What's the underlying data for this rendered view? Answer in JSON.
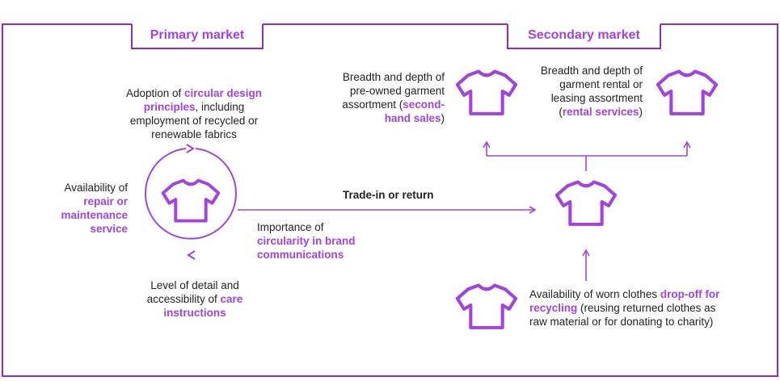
{
  "headers": {
    "primary": "Primary market",
    "secondary": "Secondary market"
  },
  "labels": {
    "adoption": {
      "pre": "Adoption of ",
      "hl": "circular design principles",
      "post": ", including employment of recycled or renewable fabrics"
    },
    "repair": {
      "pre": "Availability of ",
      "hl": "repair or maintenance service"
    },
    "care": {
      "pre": "Level of detail and accessibility of ",
      "hl": "care instructions"
    },
    "importance": {
      "pre": "Importance of ",
      "hl": "circularity in brand communications"
    },
    "trade_in": "Trade-in or return",
    "second_hand": {
      "pre": "Breadth and depth of pre-owned garment assortment (",
      "hl": "second-hand sales",
      "post": ")"
    },
    "rental": {
      "pre": "Breadth and depth of garment rental or leasing assortment (",
      "hl": "rental services",
      "post": ")"
    },
    "dropoff": {
      "pre": "Availability of worn clothes ",
      "hl": "drop-off for recycling",
      "post": " (reusing returned clothes as raw material or for donating to charity)"
    }
  },
  "colors": {
    "accent": "#a243e0",
    "frame": "#8a2ad0",
    "text": "#222222"
  },
  "icons": [
    "tshirt-icon",
    "cycle-arrows-icon",
    "arrow-icon"
  ]
}
